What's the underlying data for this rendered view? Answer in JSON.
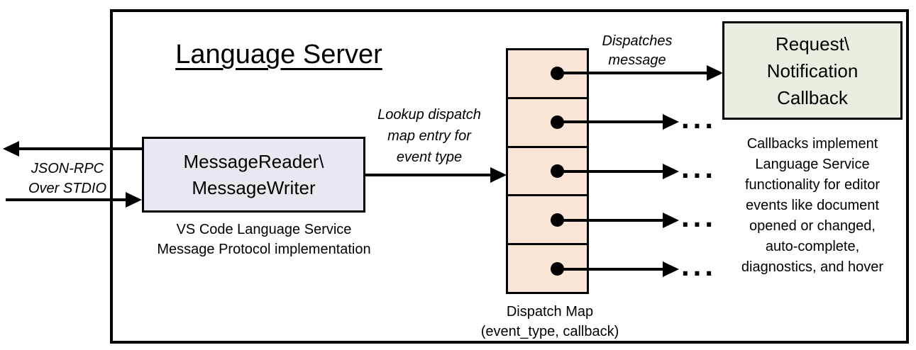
{
  "title": "Language Server",
  "left_io": {
    "label": "JSON-RPC\nOver STDIO"
  },
  "message_box": {
    "label": "MessageReader\\\nMessageWriter",
    "caption": "VS Code Language Service\nMessage Protocol implementation"
  },
  "labels": {
    "lookup": "Lookup dispatch\nmap entry for\nevent type",
    "dispatches": "Dispatches\nmessage"
  },
  "dispatch_map": {
    "caption": "Dispatch Map\n(event_type, callback)",
    "rows": 5
  },
  "callback_box": {
    "label": "Request\\\nNotification\nCallback"
  },
  "callbacks_note": "Callbacks implement\nLanguage Service\nfunctionality for editor\nevents like document\nopened or changed,\nauto-complete,\ndiagnostics, and hover",
  "ellipsis": "...",
  "colors": {
    "message_box_fill": "#e9e8f1",
    "dispatch_map_fill": "#fbe5d6",
    "callback_box_fill": "#e7efe0",
    "line": "#000000",
    "background": "#ffffff"
  }
}
